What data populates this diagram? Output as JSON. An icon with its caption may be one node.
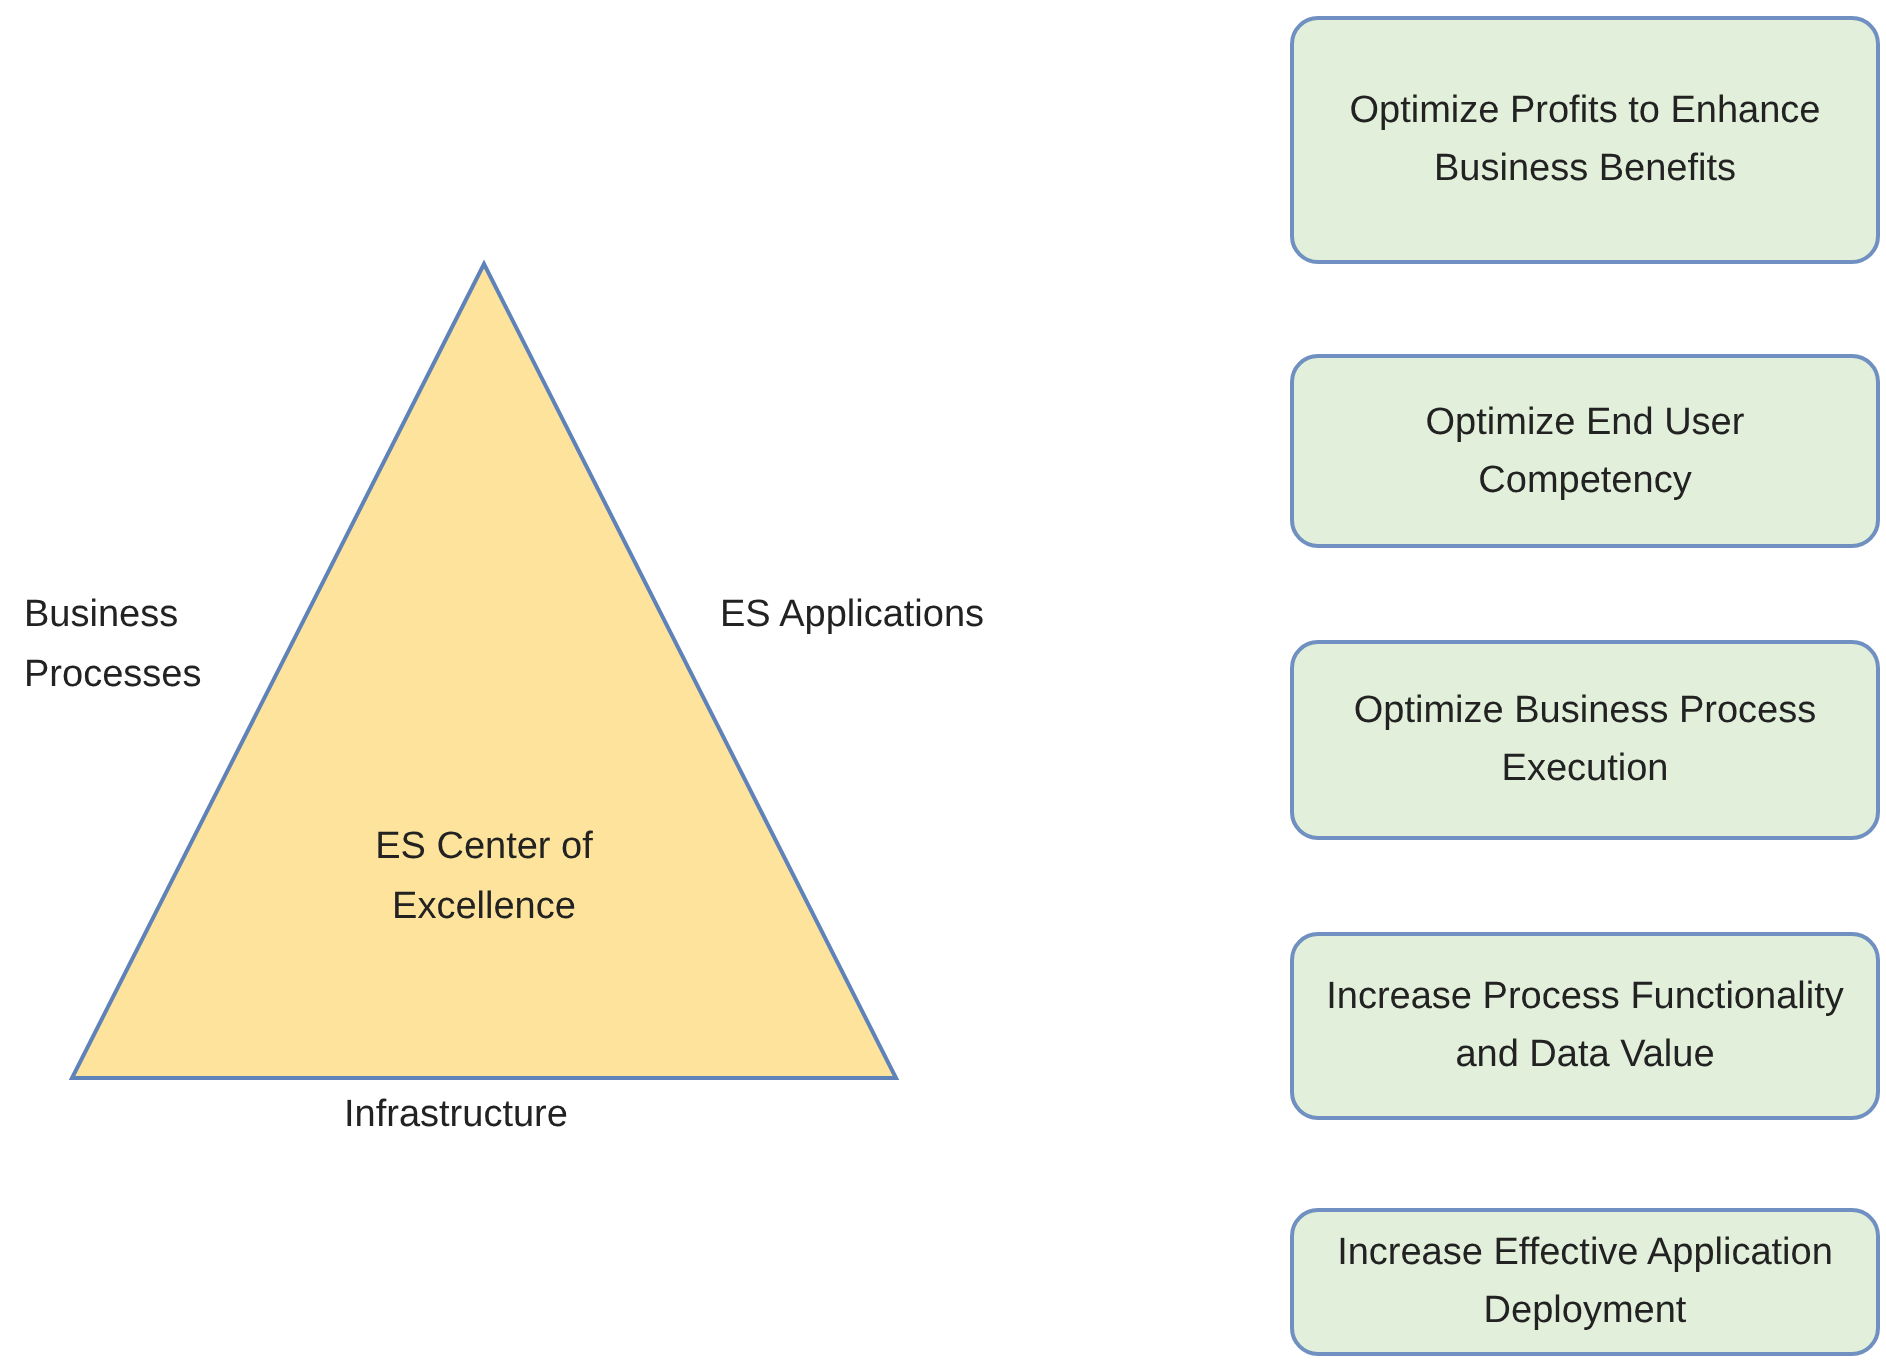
{
  "diagram": {
    "nodes": [
      {
        "text": [
          "ES Center of Excellence"
        ],
        "beside": [
          "Business Processes",
          "ES Applications",
          "Infrastructure"
        ]
      },
      {
        "text": [
          "Optimize Profits to Enhance Business Benefits"
        ]
      },
      {
        "text": [
          "Optimize End User Competency"
        ]
      },
      {
        "text": [
          "Optimize Business Process Execution"
        ]
      },
      {
        "text": [
          "Increase Process Functionality and Data Value"
        ]
      },
      {
        "text": [
          "Increase Effective Application Deployment"
        ]
      }
    ]
  }
}
